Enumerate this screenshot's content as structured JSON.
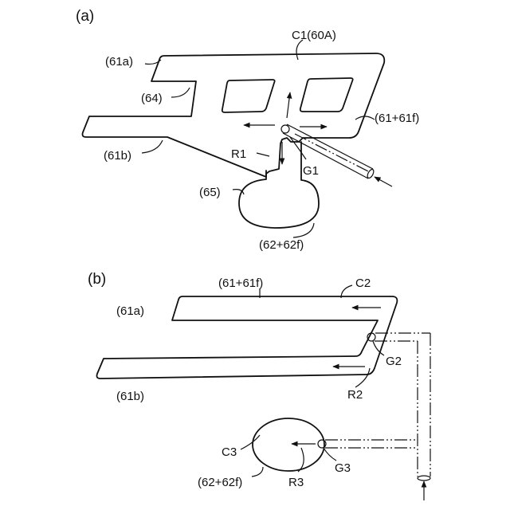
{
  "panels": {
    "a": {
      "tag": "(a)",
      "labels": {
        "c1": "C1(60A)",
        "p61a": "(61a)",
        "p64": "(64)",
        "p61_61f": "(61+61f)",
        "p61b": "(61b)",
        "r1": "R1",
        "g1": "G1",
        "p65": "(65)",
        "p62_62f": "(62+62f)"
      }
    },
    "b": {
      "tag": "(b)",
      "labels": {
        "p61_61f": "(61+61f)",
        "c2": "C2",
        "p61a": "(61a)",
        "g2": "G2",
        "r2": "R2",
        "p61b": "(61b)",
        "c3": "C3",
        "g3": "G3",
        "p62_62f": "(62+62f)",
        "r3": "R3"
      }
    }
  }
}
